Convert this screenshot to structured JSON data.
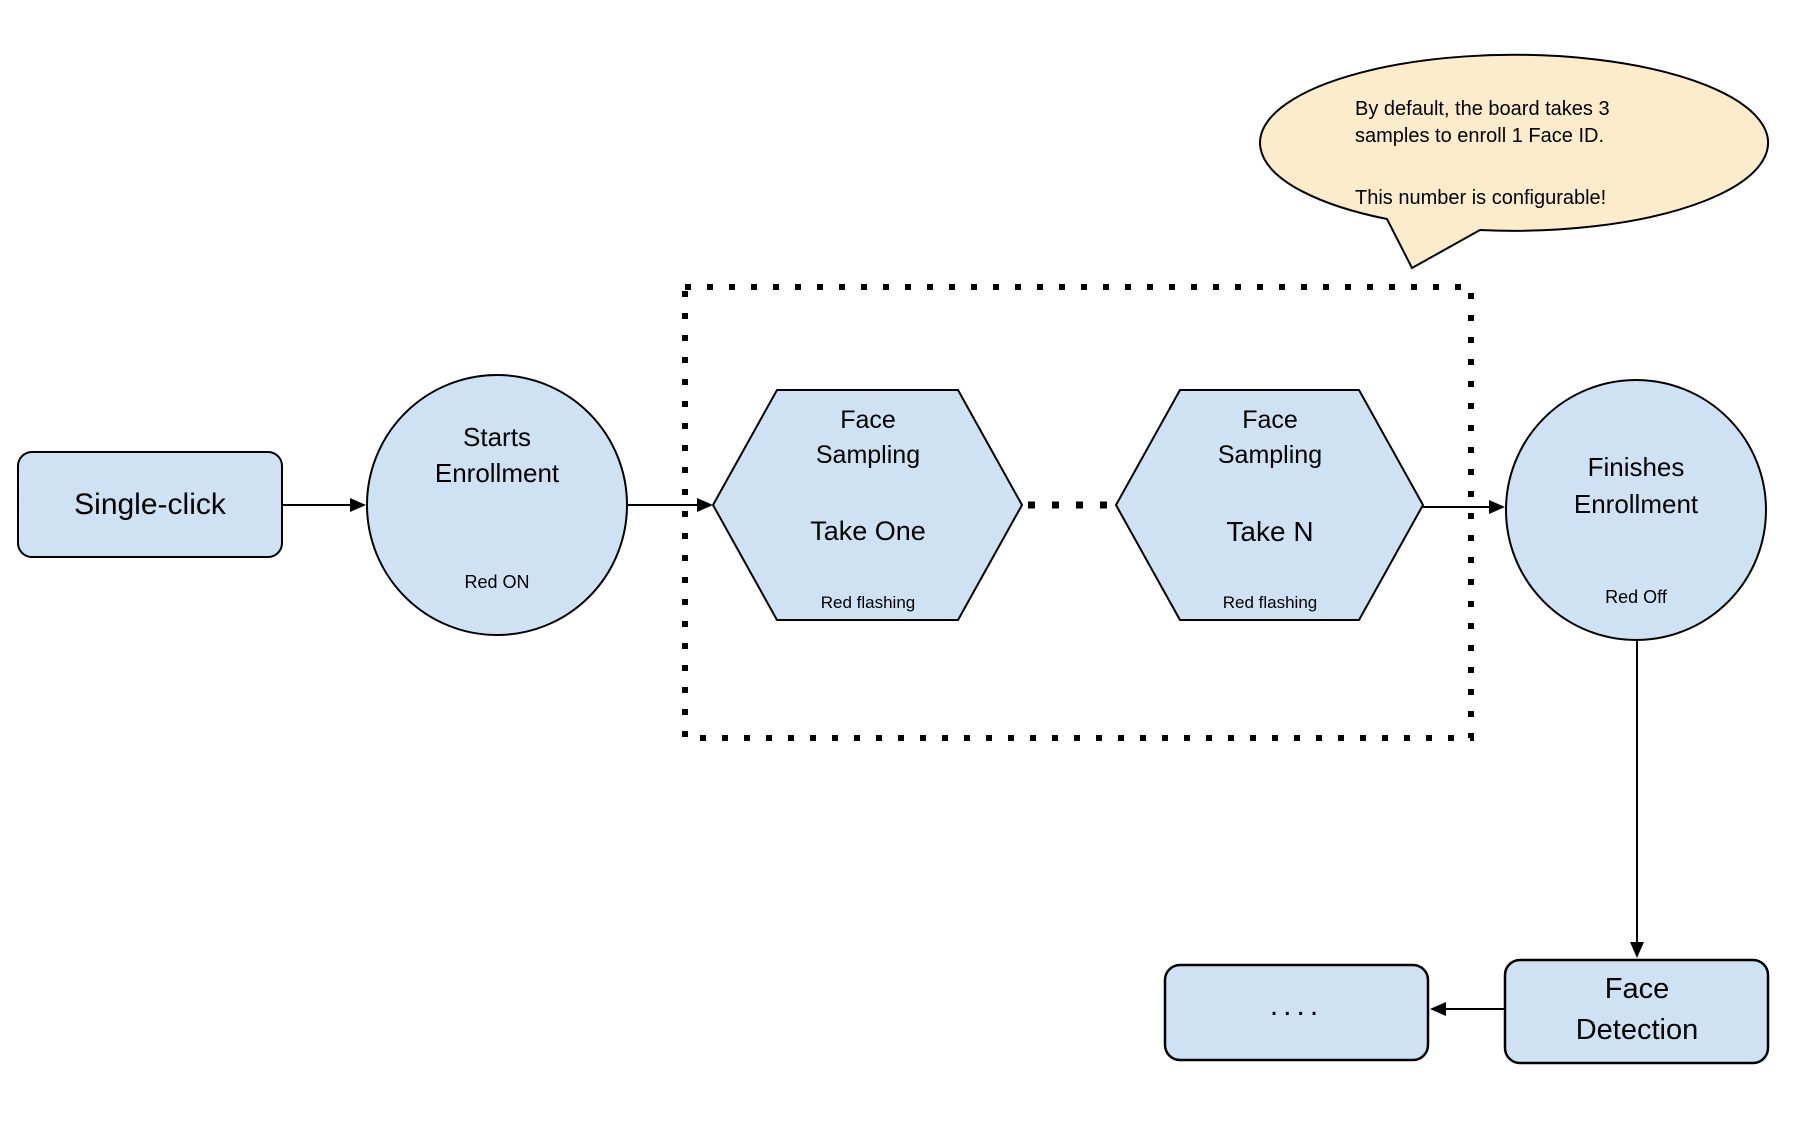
{
  "colors": {
    "node_fill": "#cfe2f3",
    "node_border": "#000000",
    "callout_fill": "#fceccb",
    "callout_border": "#000000",
    "connector": "#000000",
    "background": "#ffffff"
  },
  "nodes": {
    "single_click": {
      "label": "Single-click"
    },
    "starts_enrollment": {
      "title_line1": "Starts",
      "title_line2": "Enrollment",
      "status": "Red ON"
    },
    "face_sampling_1": {
      "title_line1": "Face",
      "title_line2": "Sampling",
      "take_label": "Take One",
      "status": "Red flashing"
    },
    "face_sampling_n": {
      "title_line1": "Face",
      "title_line2": "Sampling",
      "take_label": "Take N",
      "status": "Red flashing"
    },
    "finishes_enrollment": {
      "title_line1": "Finishes",
      "title_line2": "Enrollment",
      "status": "Red Off"
    },
    "face_detection": {
      "title_line1": "Face",
      "title_line2": "Detection"
    },
    "continuation": {
      "label": "...."
    }
  },
  "callout": {
    "line1": "By default, the board takes 3",
    "line2": "samples to enroll 1 Face ID.",
    "line3": "This number is configurable!"
  },
  "edges": [
    {
      "from": "single_click",
      "to": "starts_enrollment"
    },
    {
      "from": "starts_enrollment",
      "to": "face_sampling_1"
    },
    {
      "from": "face_sampling_1",
      "to": "face_sampling_n",
      "style": "dotted"
    },
    {
      "from": "face_sampling_n",
      "to": "finishes_enrollment"
    },
    {
      "from": "finishes_enrollment",
      "to": "face_detection"
    },
    {
      "from": "face_detection",
      "to": "continuation"
    }
  ]
}
